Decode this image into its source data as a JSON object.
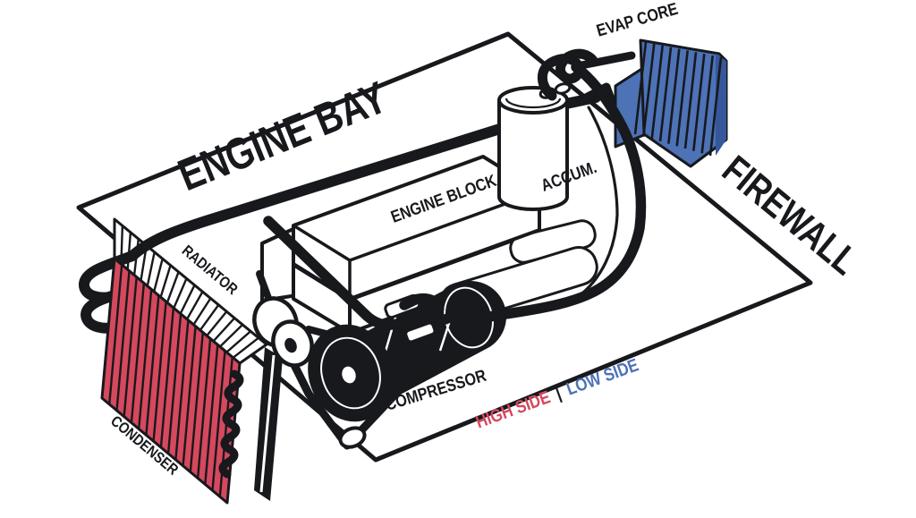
{
  "diagram": {
    "title": "ENGINE BAY",
    "labels": {
      "engine_bay": "ENGINE BAY",
      "firewall": "FIREWALL",
      "evap_core": "EVAP CORE",
      "accumulator": "ACCUM.",
      "engine_block": "ENGINE BLOCK",
      "radiator": "RADIATOR",
      "condenser": "CONDENSER",
      "compressor": "COMPRESSOR"
    },
    "legend": {
      "high_side": "HIGH SIDE",
      "separator": "|",
      "low_side": "LOW SIDE"
    },
    "colors": {
      "high_side": "#d5485e",
      "low_side": "#4d72b6",
      "evap_fill": "#4d72b6",
      "evap_shade": "#36579b",
      "condenser_fill": "#d5485e",
      "outline": "#17191c",
      "background": "#ffffff"
    }
  }
}
